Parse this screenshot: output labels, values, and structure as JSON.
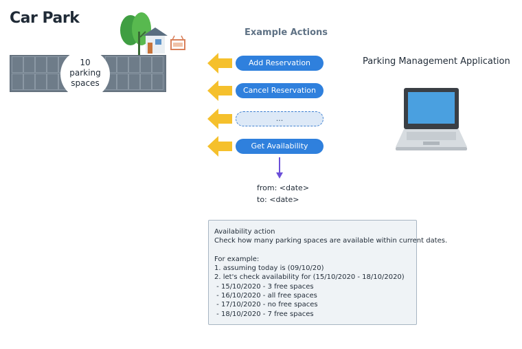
{
  "title": "Car Park",
  "parking_lot": {
    "count": "10",
    "label_line1": "parking",
    "label_line2": "spaces"
  },
  "actions": {
    "heading": "Example Actions",
    "buttons": [
      {
        "label": "Add Reservation"
      },
      {
        "label": "Cancel Reservation"
      },
      {
        "label": "..."
      },
      {
        "label": "Get Availability"
      }
    ],
    "params": {
      "from": "from: <date>",
      "to": "to: <date>"
    }
  },
  "app": {
    "title": "Parking Management Application"
  },
  "info_box": {
    "lines": [
      "Availability action",
      "Check how many parking spaces are available within current dates.",
      "",
      "For example:",
      "1. assuming today is (09/10/20)",
      "2. let's check availability for (15/10/2020 - 18/10/2020)",
      " - 15/10/2020 - 3 free spaces",
      " - 16/10/2020 - all free spaces",
      " - 17/10/2020 - no free spaces",
      " - 18/10/2020 - 7 free spaces"
    ]
  },
  "colors": {
    "button": "#2f80dd",
    "arrow": "#f5c02c",
    "down_arrow": "#6b4fd8",
    "lot": "#6e7c89",
    "laptop_screen": "#4aa0e0"
  },
  "icons": [
    "tree-icon",
    "house-icon",
    "sign-icon",
    "laptop-icon",
    "left-arrow-icon",
    "down-arrow-icon"
  ]
}
